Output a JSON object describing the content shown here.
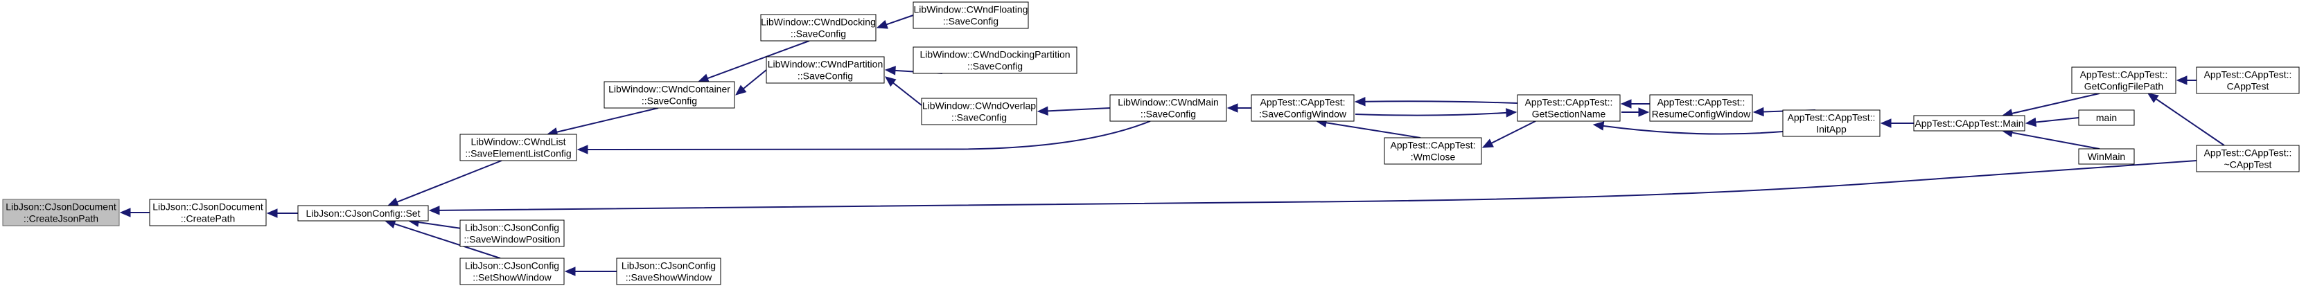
{
  "nodes": [
    {
      "id": "createjsonpath",
      "lines": [
        "LibJson::CJsonDocument",
        "::CreateJsonPath"
      ],
      "current": true
    },
    {
      "id": "createpath",
      "lines": [
        "LibJson::CJsonDocument",
        "::CreatePath"
      ]
    },
    {
      "id": "set",
      "lines": [
        "LibJson::CJsonConfig::Set"
      ]
    },
    {
      "id": "saveelementlistconfig",
      "lines": [
        "LibWindow::CWndList",
        "::SaveElementListConfig"
      ]
    },
    {
      "id": "savewindowposition",
      "lines": [
        "LibJson::CJsonConfig",
        "::SaveWindowPosition"
      ]
    },
    {
      "id": "setshowwindow",
      "lines": [
        "LibJson::CJsonConfig",
        "::SetShowWindow"
      ]
    },
    {
      "id": "saveshowwindow",
      "lines": [
        "LibJson::CJsonConfig",
        "::SaveShowWindow"
      ]
    },
    {
      "id": "container",
      "lines": [
        "LibWindow::CWndContainer",
        "::SaveConfig"
      ]
    },
    {
      "id": "docking",
      "lines": [
        "LibWindow::CWndDocking",
        "::SaveConfig"
      ]
    },
    {
      "id": "floating",
      "lines": [
        "LibWindow::CWndFloating",
        "::SaveConfig"
      ]
    },
    {
      "id": "partition",
      "lines": [
        "LibWindow::CWndPartition",
        "::SaveConfig"
      ]
    },
    {
      "id": "dockingpartition",
      "lines": [
        "LibWindow::CWndDockingPartition",
        "::SaveConfig"
      ]
    },
    {
      "id": "overlap",
      "lines": [
        "LibWindow::CWndOverlap",
        "::SaveConfig"
      ]
    },
    {
      "id": "wndmain",
      "lines": [
        "LibWindow::CWndMain",
        "::SaveConfig"
      ]
    },
    {
      "id": "saveconfigwindow",
      "lines": [
        "AppTest::CAppTest:",
        ":SaveConfigWindow"
      ]
    },
    {
      "id": "wmclose",
      "lines": [
        "AppTest::CAppTest:",
        ":WmClose"
      ]
    },
    {
      "id": "getsectionname",
      "lines": [
        "AppTest::CAppTest::",
        "GetSectionName"
      ]
    },
    {
      "id": "resumeconfigwindow",
      "lines": [
        "AppTest::CAppTest::",
        "ResumeConfigWindow"
      ]
    },
    {
      "id": "initapp",
      "lines": [
        "AppTest::CAppTest::",
        "InitApp"
      ]
    },
    {
      "id": "appmain",
      "lines": [
        "AppTest::CAppTest::Main"
      ]
    },
    {
      "id": "getconfigfilepath",
      "lines": [
        "AppTest::CAppTest::",
        "GetConfigFilePath"
      ]
    },
    {
      "id": "capptest",
      "lines": [
        "AppTest::CAppTest::",
        "CAppTest"
      ]
    },
    {
      "id": "destructor",
      "lines": [
        "AppTest::CAppTest::",
        "~CAppTest"
      ]
    },
    {
      "id": "main",
      "lines": [
        "main"
      ]
    },
    {
      "id": "winmain",
      "lines": [
        "WinMain"
      ]
    }
  ],
  "edges": [
    {
      "from": "createpath",
      "to": "createjsonpath"
    },
    {
      "from": "set",
      "to": "createpath"
    },
    {
      "from": "saveelementlistconfig",
      "to": "set"
    },
    {
      "from": "savewindowposition",
      "to": "set"
    },
    {
      "from": "setshowwindow",
      "to": "set"
    },
    {
      "from": "destructor",
      "to": "set"
    },
    {
      "from": "saveshowwindow",
      "to": "setshowwindow"
    },
    {
      "from": "container",
      "to": "saveelementlistconfig"
    },
    {
      "from": "wndmain",
      "to": "saveelementlistconfig"
    },
    {
      "from": "docking",
      "to": "container"
    },
    {
      "from": "partition",
      "to": "container"
    },
    {
      "from": "floating",
      "to": "docking"
    },
    {
      "from": "dockingpartition",
      "to": "partition"
    },
    {
      "from": "overlap",
      "to": "partition"
    },
    {
      "from": "wndmain",
      "to": "overlap"
    },
    {
      "from": "saveconfigwindow",
      "to": "wndmain"
    },
    {
      "from": "getsectionname",
      "to": "saveconfigwindow"
    },
    {
      "from": "wmclose",
      "to": "saveconfigwindow"
    },
    {
      "from": "saveconfigwindow",
      "to": "getsectionname"
    },
    {
      "from": "getsectionname",
      "to": "wmclose"
    },
    {
      "from": "resumeconfigwindow",
      "to": "getsectionname"
    },
    {
      "from": "initapp",
      "to": "getsectionname"
    },
    {
      "from": "getsectionname",
      "to": "resumeconfigwindow"
    },
    {
      "from": "initapp",
      "to": "resumeconfigwindow"
    },
    {
      "from": "appmain",
      "to": "initapp"
    },
    {
      "from": "getconfigfilepath",
      "to": "appmain"
    },
    {
      "from": "main",
      "to": "appmain"
    },
    {
      "from": "winmain",
      "to": "appmain"
    },
    {
      "from": "capptest",
      "to": "getconfigfilepath"
    },
    {
      "from": "destructor",
      "to": "getconfigfilepath"
    }
  ]
}
